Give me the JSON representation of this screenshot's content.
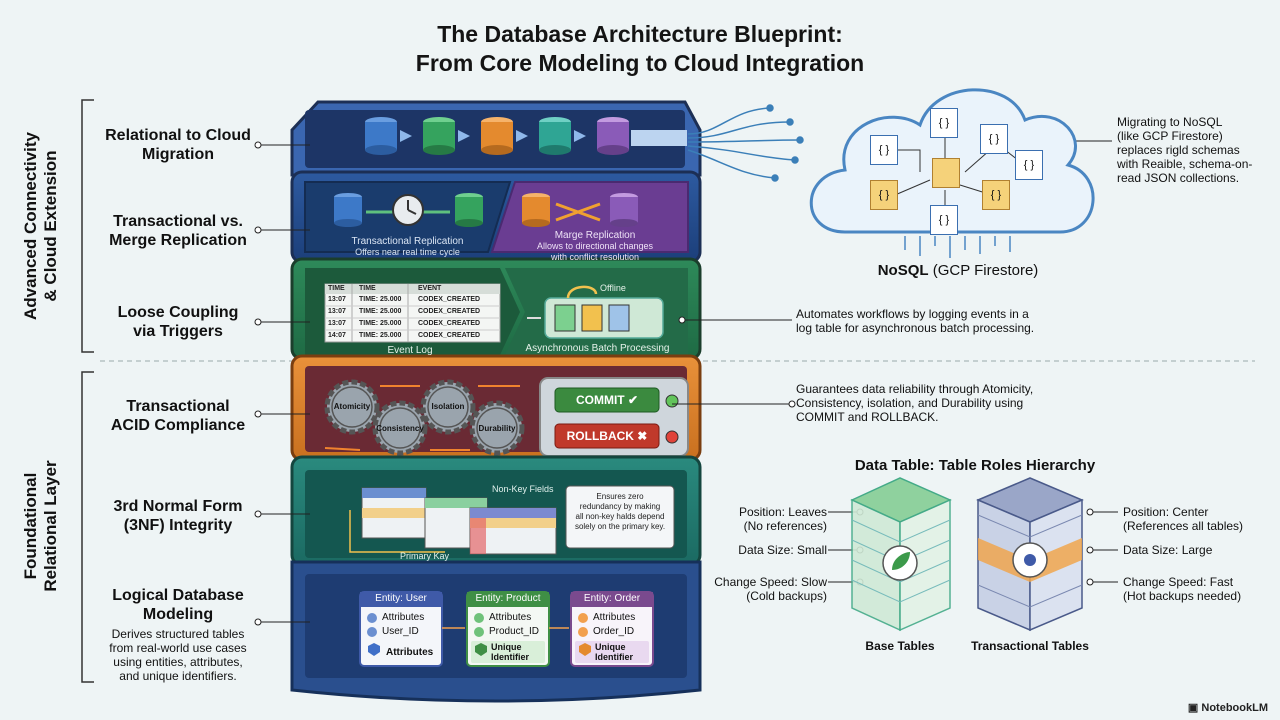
{
  "title": {
    "line1": "The Database Architecture Blueprint:",
    "line2": "From Core Modeling to Cloud Integration"
  },
  "sections": {
    "advanced": [
      "Advanced Connectivity",
      "& Cloud Extension"
    ],
    "foundational": [
      "Foundational",
      "Relational Layer"
    ]
  },
  "left_labels": [
    {
      "line1": "Relational to Cloud",
      "line2": "Migration"
    },
    {
      "line1": "Transactional vs.",
      "line2": "Merge Replication"
    },
    {
      "line1": "Loose Coupling",
      "line2": "via Triggers"
    },
    {
      "line1": "Transactional",
      "line2": "ACID Compliance"
    },
    {
      "line1": "3rd Normal Form",
      "line2": "(3NF) Integrity"
    },
    {
      "line1": "Logical Database",
      "line2": "Modeling"
    }
  ],
  "modeling_desc": [
    "Derives structured tables",
    "from real-world use cases",
    "using entities, attributes,",
    "and unique identifiers."
  ],
  "replication": {
    "left_title": "Transactional Replication",
    "left_sub": "Offers near real time cycle",
    "right_title": "Marge Replication",
    "right_sub1": "Allows to directional changes",
    "right_sub2": "with conflict resolution"
  },
  "triggers": {
    "table_headers": [
      "TIME",
      "TIME",
      "EVENT"
    ],
    "rows": [
      [
        "13:07",
        "TIME: 25.000",
        "CODEX_CREATED"
      ],
      [
        "13:07",
        "TIME: 25.000",
        "CODEX_CREATED"
      ],
      [
        "13:07",
        "TIME: 25.000",
        "CODEX_CREATED"
      ],
      [
        "14:07",
        "TIME: 25.000",
        "CODEX_CREATED"
      ]
    ],
    "event_log": "Event Log",
    "offline": "Offline",
    "batch": "Asynchronous Batch Processing"
  },
  "acid": {
    "gears": [
      "Atomicity",
      "Consistency",
      "Isolation",
      "Durability"
    ],
    "commit": "COMMIT",
    "rollback": "ROLLBACK"
  },
  "normal_form": {
    "non_key": "Non-Key Fields",
    "primary": "Primary Kay",
    "callout": [
      "Ensures zero",
      "redundancy by making",
      "all non-key halds depend",
      "solely on the primary key."
    ]
  },
  "entities": [
    {
      "title": "Entity: User",
      "attr": "Attributes",
      "id": "User_ID",
      "unique": [
        "Attributes"
      ],
      "color": "#3f5aa8"
    },
    {
      "title": "Entity: Product",
      "attr": "Attributes",
      "id": "Product_ID",
      "unique": [
        "Unique",
        "Identifier"
      ],
      "color": "#3f8f45"
    },
    {
      "title": "Entity: Order",
      "attr": "Attributes",
      "id": "Order_ID",
      "unique": [
        "Unique",
        "Identifier"
      ],
      "color": "#7a4a8e"
    }
  ],
  "right_notes": {
    "nosql": [
      "Migrating to NoSQL",
      "(like GCP Firestore)",
      "replaces rigld schemas",
      "with Reaible, schema-on-",
      "read JSON collections."
    ],
    "nosql_label_bold": "NoSQL",
    "nosql_label_rest": " (GCP Firestore)",
    "triggers": [
      "Automates workflows by logging events in a",
      "log table for asynchronous batch processing."
    ],
    "acid": [
      "Guarantees data reliability through Atomicity,",
      "Consistency, isolation, and Durability using",
      "COMMIT and ROLLBACK."
    ]
  },
  "table_roles": {
    "title": "Data Table: Table Roles Hierarchy",
    "base": {
      "name": "Base Tables",
      "position": [
        "Position: Leaves",
        "(No references)"
      ],
      "size": "Data Size: Small",
      "speed": [
        "Change Speed: Slow",
        "(Cold backups)"
      ]
    },
    "trans": {
      "name": "Transactional Tables",
      "position": [
        "Position: Center",
        "(References all tables)"
      ],
      "size": "Data Size: Large",
      "speed": [
        "Change Speed: Fast",
        "(Hot backups needed)"
      ]
    }
  },
  "json_icon": "{ }",
  "logo": "NotebookLM"
}
